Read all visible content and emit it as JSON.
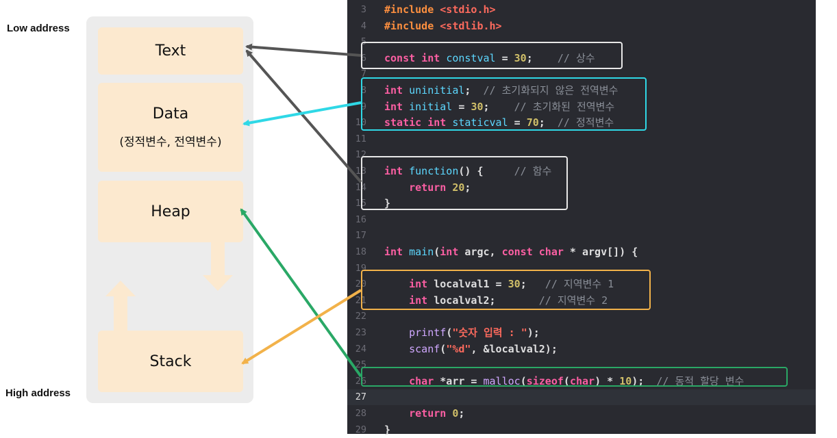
{
  "address_labels": {
    "low": "Low address",
    "high": "High address"
  },
  "segments": [
    {
      "label": "Text",
      "sub": ""
    },
    {
      "label": "Data",
      "sub": "(정적변수, 전역변수)"
    },
    {
      "label": "Heap",
      "sub": ""
    },
    {
      "label": "Stack",
      "sub": ""
    }
  ],
  "colors": {
    "text_arrow": "#555555",
    "data_arrow": "#2fd8e6",
    "heap_arrow": "#2aa866",
    "stack_arrow": "#f2b24a",
    "segment_fill": "#fce9cf",
    "panel_fill": "#ececec",
    "growth_arrow": "#fce9cf",
    "box_white": "#e8e8e8"
  },
  "code_lines": [
    {
      "n": "3",
      "tokens": [
        {
          "c": "pp",
          "t": "#include "
        },
        {
          "c": "str",
          "t": "<stdio.h>"
        }
      ]
    },
    {
      "n": "4",
      "tokens": [
        {
          "c": "pp",
          "t": "#include "
        },
        {
          "c": "str",
          "t": "<stdlib.h>"
        }
      ]
    },
    {
      "n": "5",
      "tokens": []
    },
    {
      "n": "6",
      "tokens": [
        {
          "c": "kw",
          "t": "const"
        },
        {
          "c": "",
          "t": " "
        },
        {
          "c": "kw",
          "t": "int"
        },
        {
          "c": "",
          "t": " "
        },
        {
          "c": "ty",
          "t": "constval"
        },
        {
          "c": "",
          "t": " = "
        },
        {
          "c": "num",
          "t": "30"
        },
        {
          "c": "",
          "t": ";    "
        },
        {
          "c": "cm",
          "t": "// 상수"
        }
      ]
    },
    {
      "n": "7",
      "tokens": []
    },
    {
      "n": "8",
      "tokens": [
        {
          "c": "kw",
          "t": "int"
        },
        {
          "c": "",
          "t": " "
        },
        {
          "c": "ty",
          "t": "uninitial"
        },
        {
          "c": "",
          "t": ";  "
        },
        {
          "c": "cm",
          "t": "// 초기화되지 않은 전역변수"
        }
      ]
    },
    {
      "n": "9",
      "tokens": [
        {
          "c": "kw",
          "t": "int"
        },
        {
          "c": "",
          "t": " "
        },
        {
          "c": "ty",
          "t": "initial"
        },
        {
          "c": "",
          "t": " = "
        },
        {
          "c": "num",
          "t": "30"
        },
        {
          "c": "",
          "t": ";    "
        },
        {
          "c": "cm",
          "t": "// 초기화된 전역변수"
        }
      ]
    },
    {
      "n": "10",
      "tokens": [
        {
          "c": "kw",
          "t": "static"
        },
        {
          "c": "",
          "t": " "
        },
        {
          "c": "kw",
          "t": "int"
        },
        {
          "c": "",
          "t": " "
        },
        {
          "c": "ty",
          "t": "staticval"
        },
        {
          "c": "",
          "t": " = "
        },
        {
          "c": "num",
          "t": "70"
        },
        {
          "c": "",
          "t": ";  "
        },
        {
          "c": "cm",
          "t": "// 정적변수"
        }
      ]
    },
    {
      "n": "11",
      "tokens": []
    },
    {
      "n": "12",
      "tokens": []
    },
    {
      "n": "13",
      "tokens": [
        {
          "c": "kw",
          "t": "int"
        },
        {
          "c": "",
          "t": " "
        },
        {
          "c": "ty",
          "t": "function"
        },
        {
          "c": "",
          "t": "() {     "
        },
        {
          "c": "cm",
          "t": "// 함수"
        }
      ]
    },
    {
      "n": "14",
      "tokens": [
        {
          "c": "",
          "t": "    "
        },
        {
          "c": "kw",
          "t": "return"
        },
        {
          "c": "",
          "t": " "
        },
        {
          "c": "num",
          "t": "20"
        },
        {
          "c": "",
          "t": ";"
        }
      ]
    },
    {
      "n": "15",
      "tokens": [
        {
          "c": "",
          "t": "}"
        }
      ]
    },
    {
      "n": "16",
      "tokens": []
    },
    {
      "n": "17",
      "tokens": []
    },
    {
      "n": "18",
      "tokens": [
        {
          "c": "kw",
          "t": "int"
        },
        {
          "c": "",
          "t": " "
        },
        {
          "c": "ty",
          "t": "main"
        },
        {
          "c": "",
          "t": "("
        },
        {
          "c": "kw",
          "t": "int"
        },
        {
          "c": "",
          "t": " argc, "
        },
        {
          "c": "kw",
          "t": "const"
        },
        {
          "c": "",
          "t": " "
        },
        {
          "c": "kw",
          "t": "char"
        },
        {
          "c": "",
          "t": " * argv[]) {"
        }
      ]
    },
    {
      "n": "19",
      "tokens": []
    },
    {
      "n": "20",
      "tokens": [
        {
          "c": "",
          "t": "    "
        },
        {
          "c": "kw",
          "t": "int"
        },
        {
          "c": "",
          "t": " localval1 = "
        },
        {
          "c": "num",
          "t": "30"
        },
        {
          "c": "",
          "t": ";   "
        },
        {
          "c": "cm",
          "t": "// 지역변수 1"
        }
      ]
    },
    {
      "n": "21",
      "tokens": [
        {
          "c": "",
          "t": "    "
        },
        {
          "c": "kw",
          "t": "int"
        },
        {
          "c": "",
          "t": " localval2;       "
        },
        {
          "c": "cm",
          "t": "// 지역변수 2"
        }
      ]
    },
    {
      "n": "22",
      "tokens": []
    },
    {
      "n": "23",
      "tokens": [
        {
          "c": "",
          "t": "    "
        },
        {
          "c": "fn",
          "t": "printf"
        },
        {
          "c": "",
          "t": "("
        },
        {
          "c": "str",
          "t": "\"숫자 입력 : \""
        },
        {
          "c": "",
          "t": ");"
        }
      ]
    },
    {
      "n": "24",
      "tokens": [
        {
          "c": "",
          "t": "    "
        },
        {
          "c": "fn",
          "t": "scanf"
        },
        {
          "c": "",
          "t": "("
        },
        {
          "c": "str",
          "t": "\"%d\""
        },
        {
          "c": "",
          "t": ", &localval2);"
        }
      ]
    },
    {
      "n": "25",
      "tokens": []
    },
    {
      "n": "26",
      "tokens": [
        {
          "c": "",
          "t": "    "
        },
        {
          "c": "kw",
          "t": "char"
        },
        {
          "c": "",
          "t": " *arr = "
        },
        {
          "c": "fn",
          "t": "malloc"
        },
        {
          "c": "",
          "t": "("
        },
        {
          "c": "kw",
          "t": "sizeof"
        },
        {
          "c": "",
          "t": "("
        },
        {
          "c": "kw",
          "t": "char"
        },
        {
          "c": "",
          "t": ") * "
        },
        {
          "c": "num",
          "t": "10"
        },
        {
          "c": "",
          "t": ");  "
        },
        {
          "c": "cm",
          "t": "// 동적 할당 변수"
        }
      ]
    },
    {
      "n": "27",
      "tokens": [],
      "current": true
    },
    {
      "n": "28",
      "tokens": [
        {
          "c": "",
          "t": "    "
        },
        {
          "c": "kw",
          "t": "return"
        },
        {
          "c": "",
          "t": " "
        },
        {
          "c": "num",
          "t": "0"
        },
        {
          "c": "",
          "t": ";"
        }
      ]
    },
    {
      "n": "29",
      "tokens": [
        {
          "c": "",
          "t": "}"
        }
      ]
    }
  ]
}
